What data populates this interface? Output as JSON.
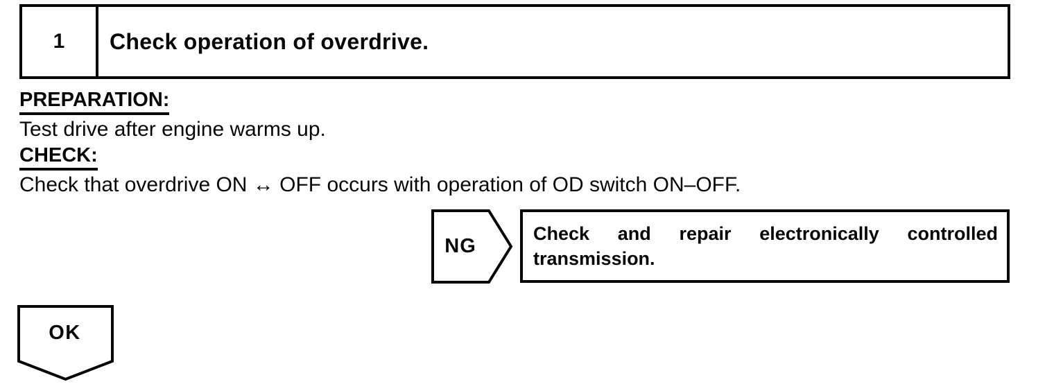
{
  "page": {
    "background": "#ffffff",
    "ink": "#060606"
  },
  "step_header": {
    "number": "1",
    "title": "Check operation of overdrive."
  },
  "sections": [
    {
      "heading": "PREPARATION:",
      "body": "Test drive after engine warms up."
    },
    {
      "heading": "CHECK:",
      "body": "Check that overdrive ON ↔ OFF occurs with operation of OD switch ON–OFF."
    }
  ],
  "flow": {
    "ng": {
      "label": "NG",
      "action": "Check and repair electronically controlled transmission."
    },
    "ok": {
      "label": "OK"
    }
  }
}
